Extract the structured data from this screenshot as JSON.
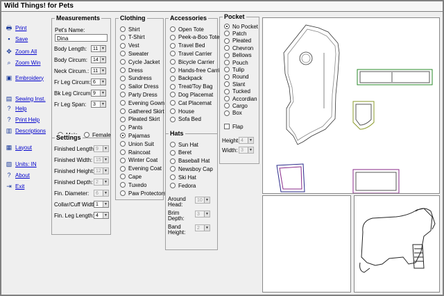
{
  "app": {
    "title": "Wild Things! for Pets"
  },
  "sidebar": {
    "items": [
      {
        "id": "print",
        "label": "Print",
        "icon": "printer-icon",
        "glyph": "🖶"
      },
      {
        "id": "save",
        "label": "Save",
        "icon": "floppy-icon",
        "glyph": "▪"
      },
      {
        "id": "zoom-all",
        "label": "Zoom All",
        "icon": "zoom-all-icon",
        "glyph": "✥"
      },
      {
        "id": "zoom-win",
        "label": "Zoom Win",
        "icon": "zoom-window-icon",
        "glyph": "⌕"
      },
      {
        "id": "embroidery",
        "label": "Embroidery",
        "icon": "embroidery-icon",
        "glyph": "▣"
      },
      {
        "id": "sewing-inst",
        "label": "Sewing Inst.",
        "icon": "sewing-icon",
        "glyph": "▤"
      },
      {
        "id": "help",
        "label": "Help",
        "icon": "help-icon",
        "glyph": "?"
      },
      {
        "id": "print-help",
        "label": "Print Help",
        "icon": "print-help-icon",
        "glyph": "?"
      },
      {
        "id": "descriptions",
        "label": "Descriptions",
        "icon": "descriptions-icon",
        "glyph": "▥"
      },
      {
        "id": "layout",
        "label": "Layout",
        "icon": "layout-icon",
        "glyph": "▦"
      },
      {
        "id": "units",
        "label": "Units: IN",
        "icon": "units-icon",
        "glyph": "▧"
      },
      {
        "id": "about",
        "label": "About",
        "icon": "about-icon",
        "glyph": "?"
      },
      {
        "id": "exit",
        "label": "Exit",
        "icon": "exit-icon",
        "glyph": "⇥"
      }
    ]
  },
  "measurements": {
    "title": "Measurements",
    "pet_name_label": "Pet's Name:",
    "pet_name_value": "Dina",
    "fields": [
      {
        "label": "Body Length:",
        "value": "11"
      },
      {
        "label": "Body Circum:",
        "value": "14"
      },
      {
        "label": "Neck Circum.:",
        "value": "11"
      },
      {
        "label": "Fr Leg Circum:",
        "value": "6"
      },
      {
        "label": "Bk Leg Circum:",
        "value": "9"
      },
      {
        "label": "Fr Leg Span:",
        "value": "3"
      }
    ],
    "gender": [
      {
        "label": "Male",
        "selected": true
      },
      {
        "label": "Female",
        "selected": false
      }
    ]
  },
  "settings": {
    "title": "Settings",
    "fields": [
      {
        "label": "Finished Length:",
        "value": "9",
        "disabled": true
      },
      {
        "label": "Finished Width:",
        "value": "15",
        "disabled": true
      },
      {
        "label": "Finished Height:",
        "value": "12",
        "disabled": true
      },
      {
        "label": "Finished Depth:",
        "value": "2",
        "disabled": true
      },
      {
        "label": "Fin. Diameter:",
        "value": "6",
        "disabled": true
      },
      {
        "label": "Collar/Cuff Width:",
        "value": "1",
        "disabled": false
      },
      {
        "label": "Fin. Leg Length:",
        "value": "4",
        "disabled": false
      }
    ]
  },
  "clothing": {
    "title": "Clothing",
    "options": [
      "Shirt",
      "T-Shirt",
      "Vest",
      "Sweater",
      "Cycle Jacket",
      "Dress",
      "Sundress",
      "Sailor Dress",
      "Party Dress",
      "Evening Gown",
      "Gathered Skirt",
      "Pleated Skirt",
      "Pants",
      "Pajamas",
      "Union Suit",
      "Raincoat",
      "Winter Coat",
      "Evening Coat",
      "Cape",
      "Tuxedo",
      "Paw Protectors"
    ],
    "selected": "Pajamas"
  },
  "accessories": {
    "title": "Accessories",
    "options": [
      "Open Tote",
      "Peek-a-Boo Tote",
      "Travel Bed",
      "Travel Carrier",
      "Bicycle Carrier",
      "Hands-free Carrier",
      "Backpack",
      "Treat/Toy Bag",
      "Dog Placemat",
      "Cat Placemat",
      "House",
      "Sofa Bed"
    ]
  },
  "hats": {
    "title": "Hats",
    "options": [
      "Sun Hat",
      "Beret",
      "Baseball Hat",
      "Newsboy Cap",
      "Ski Hat",
      "Fedora"
    ],
    "fields": [
      {
        "label1": "Around",
        "label2": "Head:",
        "value": "10"
      },
      {
        "label1": "Brim",
        "label2": "Depth:",
        "value": "3"
      },
      {
        "label1": "Band",
        "label2": "Height:",
        "value": "2"
      }
    ]
  },
  "pocket": {
    "title": "Pocket",
    "options": [
      "No Pocket",
      "Patch",
      "Pleated",
      "Chevron",
      "Bellows",
      "Pouch",
      "Tulip",
      "Round",
      "Slant",
      "Tucked",
      "Accordian",
      "Cargo",
      "Box"
    ],
    "selected": "No Pocket",
    "flap_label": "Flap",
    "height_label": "Height:",
    "height_value": "4",
    "width_label": "Width:",
    "width_value": "3"
  }
}
